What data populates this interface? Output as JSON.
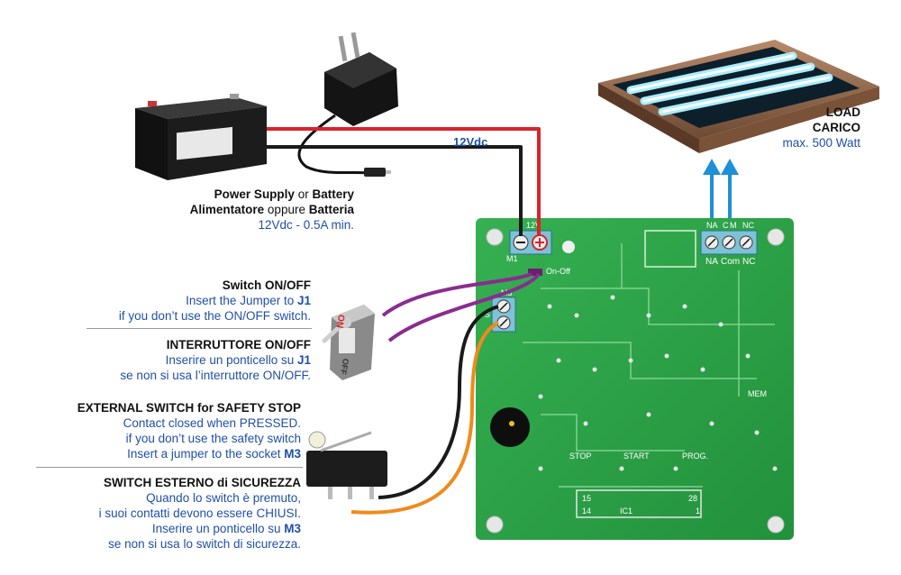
{
  "power": {
    "line1a": "Power Supply",
    "line1b": " or ",
    "line1c": "Battery",
    "line2a": "Alimentatore",
    "line2b": " oppure ",
    "line2c": "Batteria",
    "line3": "12Vdc - 0.5A min."
  },
  "wire_label": "12Vdc",
  "load": {
    "line1": "LOAD",
    "line2": "CARICO",
    "line3": "max. 500 Watt"
  },
  "switch_en": {
    "title": "Switch ON/OFF",
    "line1a": "Insert the Jumper to ",
    "line1b": "J1",
    "line2": "if you don’t use the ON/OFF switch."
  },
  "switch_it": {
    "title": "INTERRUTTORE ON/OFF",
    "line1a": "Inserire un ponticello su ",
    "line1b": "J1",
    "line2": "se non si usa l’interruttore ON/OFF."
  },
  "ext_en": {
    "title": "EXTERNAL SWITCH for SAFETY STOP",
    "line1": "Contact closed when PRESSED.",
    "line2": "if you don’t use the safety switch",
    "line3a": "Insert a jumper to the socket ",
    "line3b": "M3"
  },
  "ext_it": {
    "title": "SWITCH ESTERNO di SICUREZZA",
    "line1": "Quando lo switch è premuto,",
    "line2": "i suoi contatti devono essere CHIUSI.",
    "line3a": "Inserire un ponticello su ",
    "line3b": "M3",
    "line4": "se non si usa lo switch di sicurezza."
  },
  "board": {
    "m1": "M1",
    "v12": "12V",
    "on_off": "On-Off",
    "m3": "M3",
    "s": "S",
    "na_top": "NA",
    "c_top": "C",
    "m_top": "M",
    "nc_top": "NC",
    "na": "NA",
    "com": "Com",
    "nc": "NC",
    "mem": "MEM",
    "stop": "STOP",
    "start": "START",
    "prog": "PROG.",
    "p15": "15",
    "p28": "28",
    "p14": "14",
    "p1": "1",
    "ic": "IC1"
  },
  "switch_marks": {
    "on": "ON",
    "off": "OFF"
  },
  "colors": {
    "red": "#d9232a",
    "black": "#1a1a1a",
    "purple": "#8a2c8f",
    "orange": "#f08a1c",
    "pcb": "#2fa64a",
    "blue_text": "#1f4fa8",
    "arrow": "#1e90d6"
  }
}
